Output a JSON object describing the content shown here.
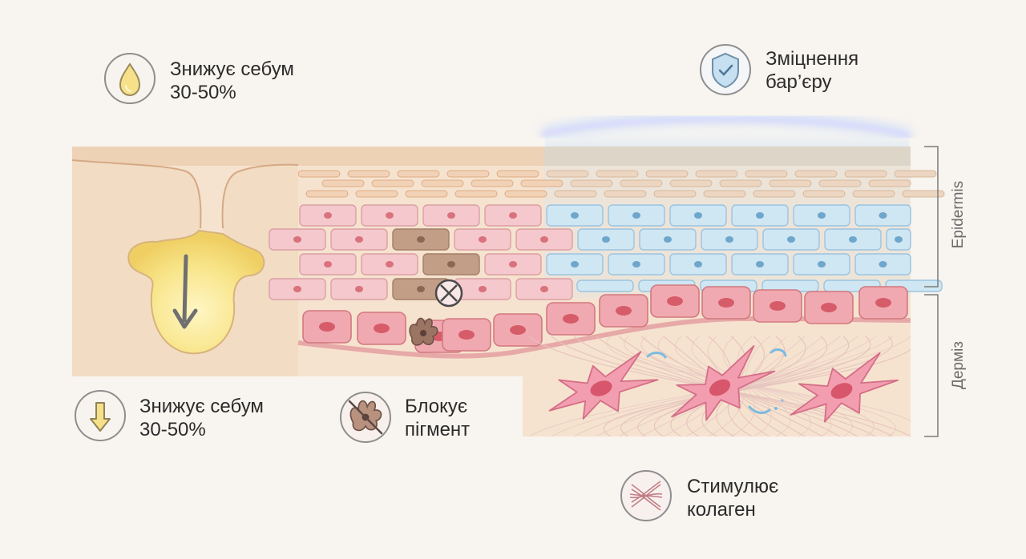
{
  "features": {
    "sebum_top": {
      "line1": "Знижує себум",
      "line2": "30-50%",
      "icon": "oil-drop-icon"
    },
    "barrier": {
      "line1": "Зміцнення",
      "line2": "бар’єру",
      "icon": "shield-check-icon"
    },
    "sebum_bottom": {
      "line1": "Знижує себум",
      "line2": "30-50%",
      "icon": "down-arrow-icon"
    },
    "pigment": {
      "line1": "Блокує",
      "line2": "пігмент",
      "icon": "melanocyte-blocked-icon"
    },
    "collagen": {
      "line1": "Стимулює",
      "line2": "колаген",
      "icon": "collagen-fiber-icon"
    }
  },
  "layers": {
    "epidermis_label": "Epidermis",
    "dermis_label": "Дерміз"
  },
  "colors": {
    "background": "#f8f4ef",
    "skin": "#f6e3cf",
    "skin_dark": "#e9c7a5",
    "pink_cell": "#f4c8cc",
    "blue_cell": "#cfe6f3",
    "pigment_cell": "#c39e86",
    "sebum_yellow": "#f6e27a",
    "barrier_glow": "#cfe0ff"
  }
}
